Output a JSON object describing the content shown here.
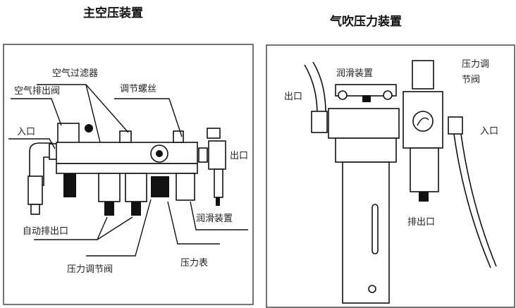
{
  "left_panel": {
    "title": "主空压装置",
    "labels": {
      "air_filter": "空气过滤器",
      "air_exhaust_valve": "空气排出阀",
      "adjust_screw": "调节螺丝",
      "inlet": "入口",
      "outlet": "出口",
      "lubricator": "润滑装置",
      "auto_drain": "自动排出口",
      "pressure_regulator": "压力调节阀",
      "pressure_gauge": "压力表"
    }
  },
  "right_panel": {
    "title": "气吹压力装置",
    "labels": {
      "lubricator": "润滑装置",
      "pressure_regulator_line1": "压力调",
      "pressure_regulator_line2": "节阀",
      "outlet": "出口",
      "inlet": "入口",
      "drain": "排出口"
    }
  }
}
